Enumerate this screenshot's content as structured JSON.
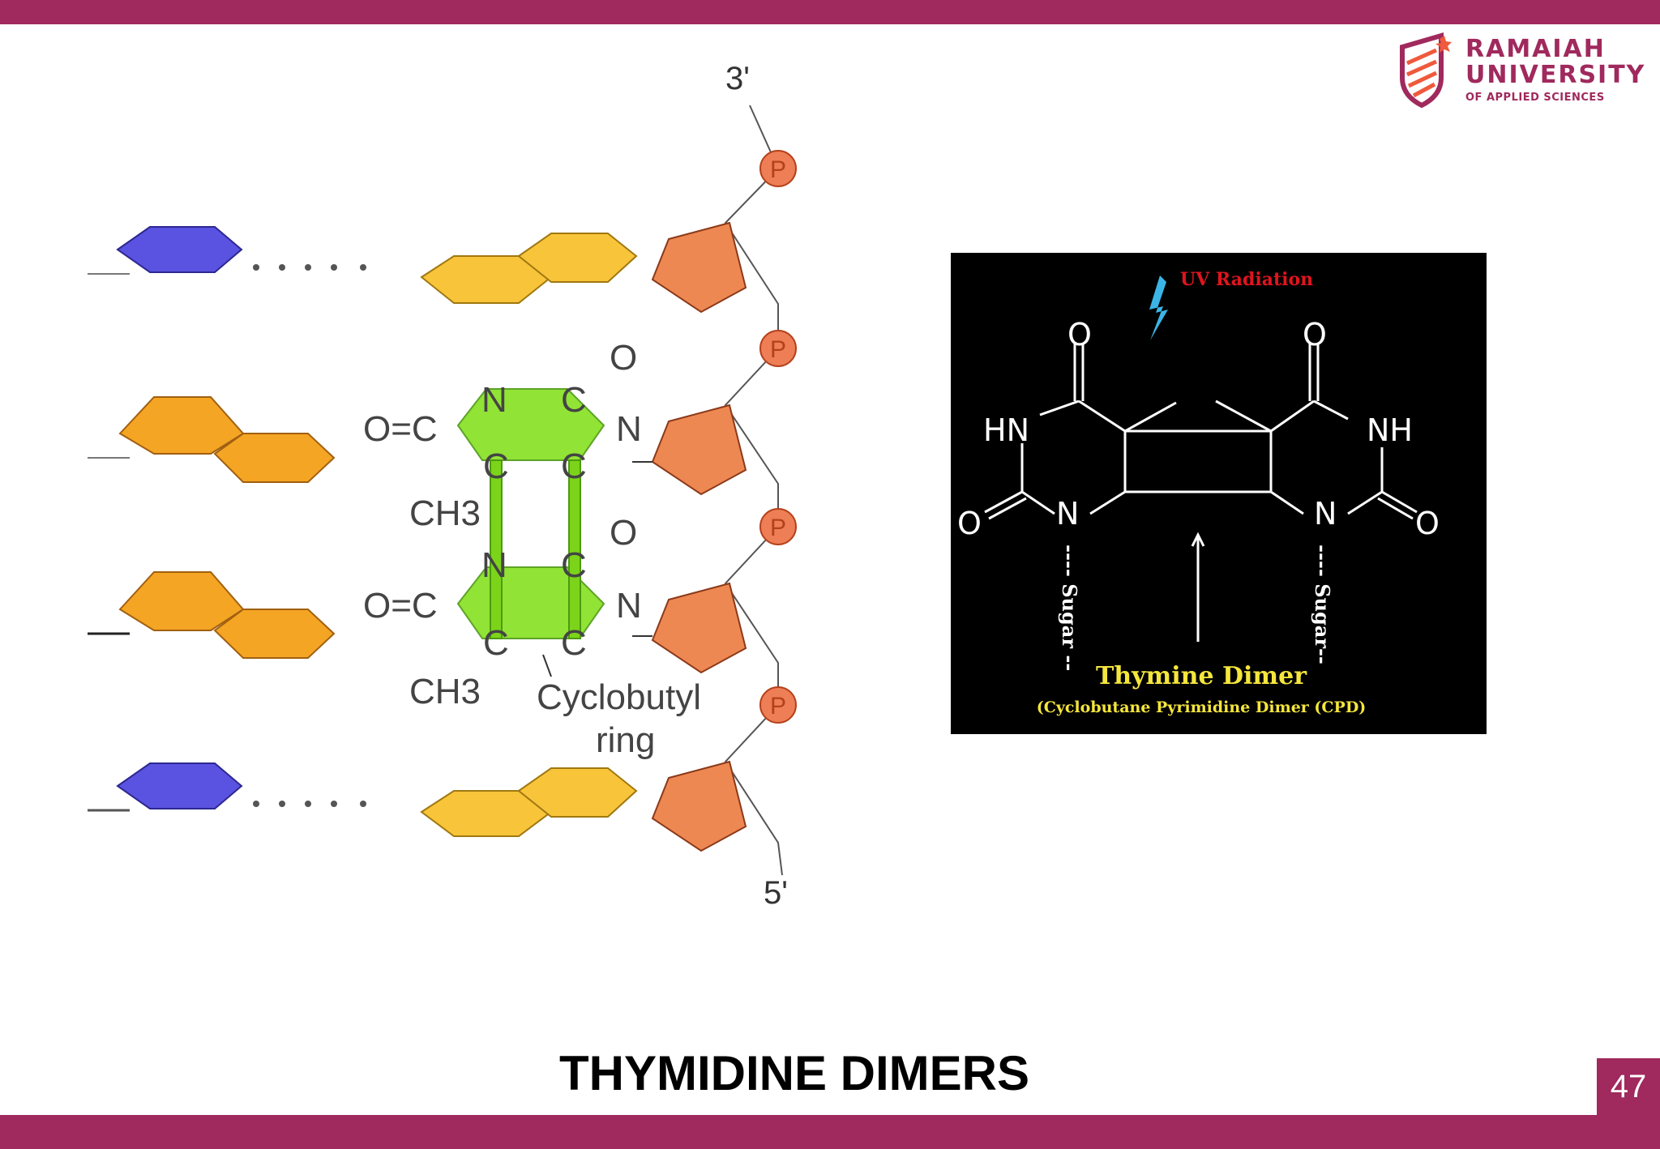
{
  "theme": {
    "brand_color": "#A0295D",
    "accent_orange": "#EF5A3C"
  },
  "header": {
    "logo": {
      "line1": "RAMAIAH",
      "line2": "UNIVERSITY",
      "line3": "OF APPLIED SCIENCES"
    }
  },
  "left_figure": {
    "strand_end_top": "3'",
    "strand_end_bottom": "5'",
    "phosphate_label": "P",
    "dimer_rows": [
      {
        "carbonyl": "O=C",
        "n_top": "N",
        "c_top": "C",
        "o_label": "O",
        "n_right": "N",
        "c_left": "C",
        "c_right": "C",
        "methyl": "CH3"
      },
      {
        "carbonyl": "O=C",
        "n_top": "N",
        "c_top": "C",
        "o_label": "O",
        "n_right": "N",
        "c_left": "C",
        "c_right": "C",
        "methyl": "CH3"
      }
    ],
    "ring_label_line1": "Cyclobutyl",
    "ring_label_line2": "ring",
    "base_colors": {
      "purine_blue": "#5A52E0",
      "pyrimidine_orange": "#F5A524",
      "yellow_base": "#F8C43A",
      "sugar": "#EE8852",
      "phosphate": "#EE7E55",
      "dimer_green": "#86E020"
    }
  },
  "right_figure": {
    "uv_label": "UV Radiation",
    "left_ring": {
      "top_o": "O",
      "nh": "HN",
      "n": "N",
      "left_o": "O",
      "sugar": "---- Sugar --"
    },
    "right_ring": {
      "top_o": "O",
      "nh": "NH",
      "n": "N",
      "right_o": "O",
      "sugar": "---- Sugar--"
    },
    "caption": "Thymine Dimer",
    "subcaption": "(Cyclobutane Pyrimidine Dimer (CPD)",
    "colors": {
      "uv_red": "#E0141E",
      "bolt_cyan": "#3BB5E6",
      "caption_yellow": "#F5E63C"
    }
  },
  "slide": {
    "title": "THYMIDINE DIMERS",
    "page_number": "47"
  }
}
